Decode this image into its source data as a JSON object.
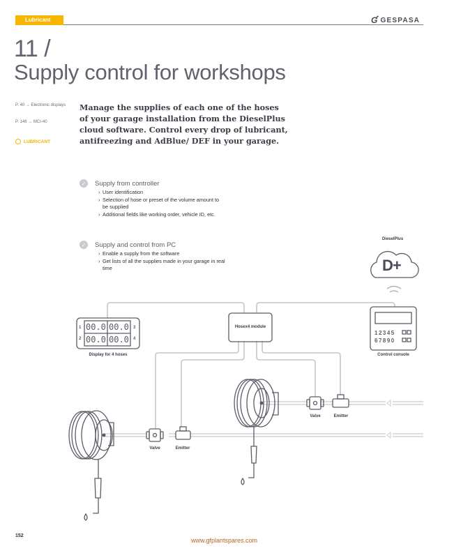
{
  "header": {
    "section_tag": "Lubricant",
    "brand": "GESPASA",
    "title_number": "11 /",
    "title": "Supply control for workshops"
  },
  "sidebar": {
    "refs": [
      {
        "page": "P. 40",
        "arrow": "→",
        "target": "Electronic displays"
      },
      {
        "page": "P. 146",
        "arrow": "→",
        "target": "MCI-40"
      }
    ],
    "category": "LUBRICANT"
  },
  "lead_text": "Manage the supplies of each one of the hoses of your garage installation from the DieselPlus cloud software. Control every drop of lubricant, antifreezing and AdBlue/ DEF in your garage.",
  "features": [
    {
      "title": "Supply from controller",
      "items": [
        "User identification",
        "Selection of hose or preset of the volume amount to be supplied",
        "Additional fields like working order, vehicle ID, etc."
      ]
    },
    {
      "title": "Supply and control from PC",
      "items": [
        "Enable a supply from the software",
        "Get lists of all the supplies made in your garage in real time"
      ]
    }
  ],
  "diagram": {
    "cloud_label": "DieselPlus",
    "cloud_glyph": "D+",
    "display": {
      "label": "Display for 4 hoses",
      "readings": [
        "00.0",
        "00.0",
        "00.0",
        "00.0"
      ],
      "hose_numbers": [
        "1",
        "2",
        "3",
        "4"
      ]
    },
    "module_label": "Hosex4 module",
    "console": {
      "label": "Control console",
      "keys_row1": "12345",
      "keys_row2": "67890"
    },
    "valve_label": "Valve",
    "emitter_label": "Emitter"
  },
  "footer": {
    "page_number": "152",
    "url": "www.gfplantspares.com"
  }
}
